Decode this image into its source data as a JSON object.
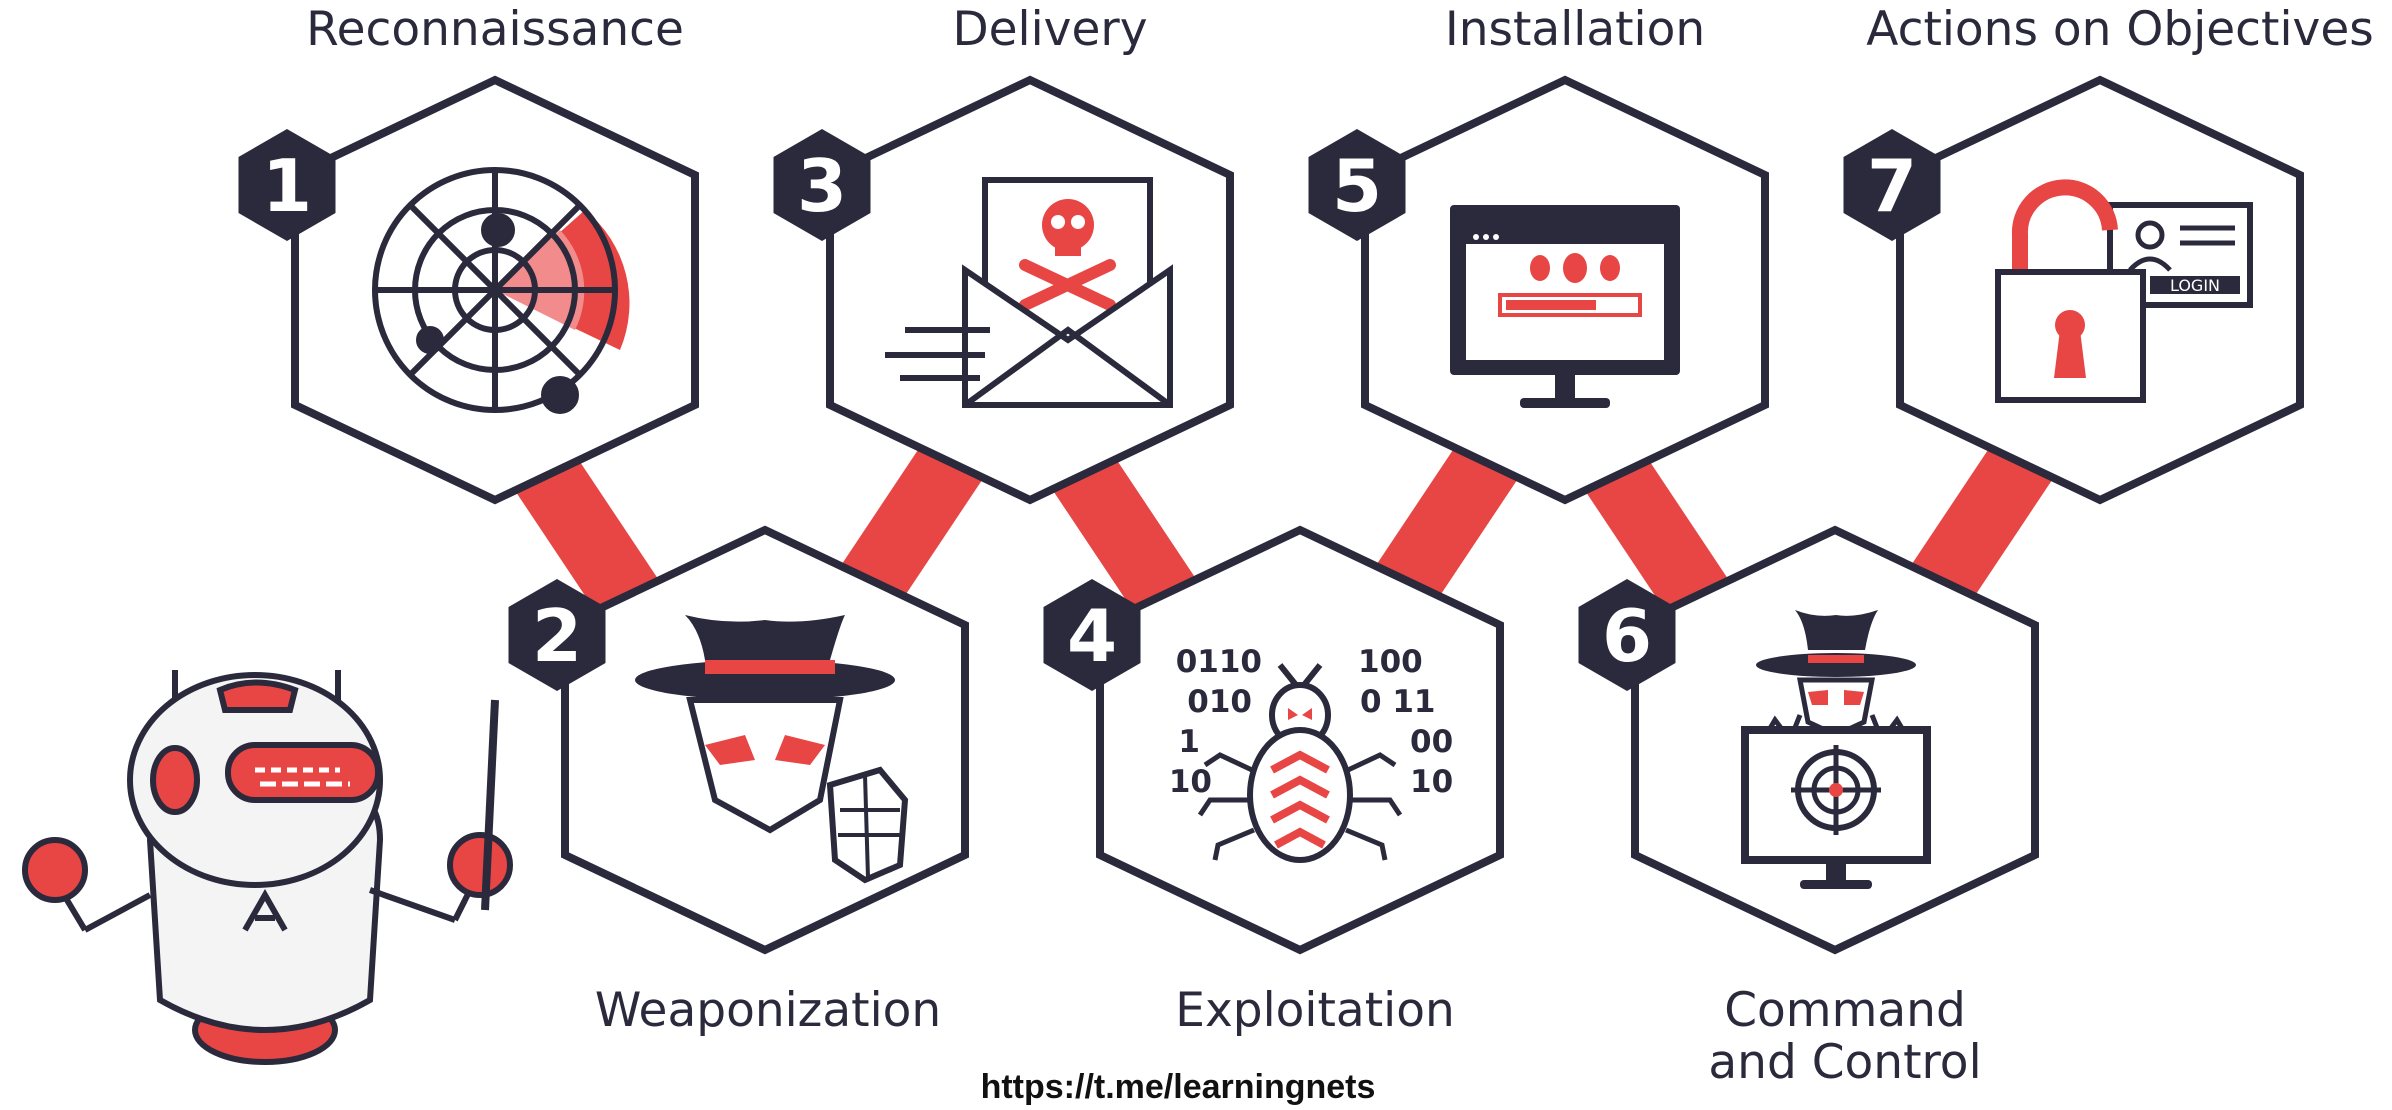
{
  "colors": {
    "navy": "#2a2a3c",
    "red": "#e84545",
    "white": "#ffffff"
  },
  "stages": [
    {
      "number": "1",
      "label": "Reconnaissance",
      "icon": "radar-icon"
    },
    {
      "number": "2",
      "label": "Weaponization",
      "icon": "hacker-grenade-icon"
    },
    {
      "number": "3",
      "label": "Delivery",
      "icon": "malicious-email-icon"
    },
    {
      "number": "4",
      "label": "Exploitation",
      "icon": "bug-binary-icon"
    },
    {
      "number": "5",
      "label": "Installation",
      "icon": "malware-install-monitor-icon"
    },
    {
      "number": "6",
      "label": "Command\nand Control",
      "icon": "hacker-target-monitor-icon"
    },
    {
      "number": "7",
      "label": "Actions on Objectives",
      "icon": "unlocked-login-icon"
    }
  ],
  "binary": {
    "left": [
      "0110",
      "010",
      "1",
      "10"
    ],
    "right": [
      "100",
      "0 11",
      "00",
      "10"
    ]
  },
  "login_text": "LOGIN",
  "mascot": "robot-mascot-icon",
  "footer": "https://t.me/learningnets"
}
